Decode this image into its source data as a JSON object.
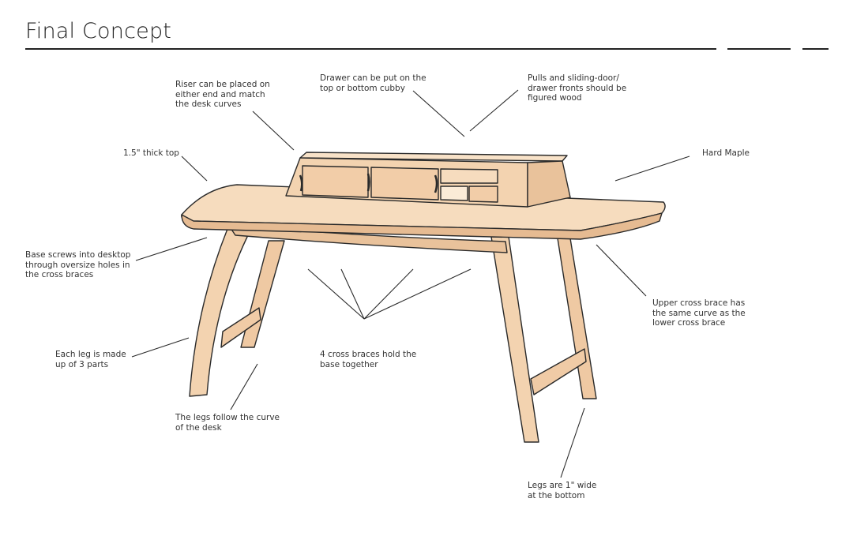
{
  "header": {
    "title": "Final Concept"
  },
  "annotations": {
    "riser": "Riser can be placed on\neither end and match\nthe desk curves",
    "drawer": "Drawer can be put on the\ntop or bottom cubby",
    "pulls": "Pulls and sliding-door/\ndrawer fronts should be\nfigured wood",
    "top": "1.5\" thick top",
    "maple": "Hard Maple",
    "base_screws": "Base screws into desktop\nthrough oversize holes in\nthe cross braces",
    "upper_brace": "Upper cross brace has\nthe same curve as the\nlower cross brace",
    "leg_parts": "Each leg is made\nup of 3 parts",
    "cross_braces": "4 cross braces hold the\nbase together",
    "legs_curve": "The legs follow the curve\nof the desk",
    "legs_wide": "Legs are 1\" wide\nat the bottom"
  },
  "colors": {
    "wood": "#f3d3b0",
    "wood_dark": "#e2b88f",
    "wood_light": "#f8e2c8",
    "ink": "#2a2a2a"
  }
}
